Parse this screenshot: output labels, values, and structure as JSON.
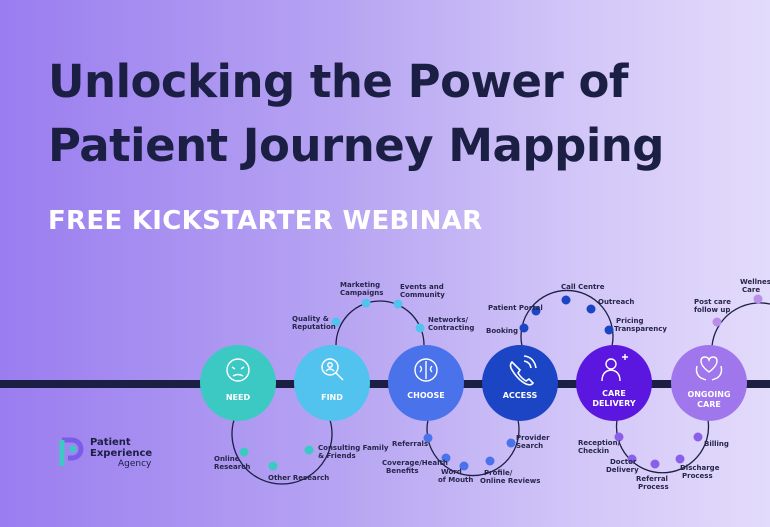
{
  "title_line1": "Unlocking the Power of",
  "title_line2": "Patient Journey Mapping",
  "subtitle": "FREE KICKSTARTER WEBINAR",
  "stages": {
    "need": "NEED",
    "find": "FIND",
    "choose": "CHOOSE",
    "access": "ACCESS",
    "care_1": "CARE",
    "care_2": "DELIVERY",
    "ongoing_1": "ONGOING",
    "ongoing_2": "CARE"
  },
  "touchpoints": {
    "quality_1": "Quality &",
    "quality_2": "Reputation",
    "marketing_1": "Marketing",
    "marketing_2": "Campaigns",
    "events_1": "Events and",
    "events_2": "Community",
    "networks_1": "Networks/",
    "networks_2": "Contracting",
    "online_1": "Online",
    "online_2": "Research",
    "other_research": "Other Research",
    "consulting_1": "Consulting Family",
    "consulting_2": "& Friends",
    "referrals": "Referrals",
    "coverage_1": "Coverage/Health",
    "coverage_2": "Benefits",
    "word_1": "Word",
    "word_2": "of Mouth",
    "profile_1": "Profile/",
    "profile_2": "Online Reviews",
    "provider_1": "Provider",
    "provider_2": "Search",
    "booking": "Booking",
    "patient_portal": "Patient Portal",
    "call_centre": "Call Centre",
    "outreach": "Outreach",
    "pricing_1": "Pricing",
    "pricing_2": "Transparency",
    "reception_1": "Reception/",
    "reception_2": "Checkin",
    "doctor_1": "Doctor",
    "doctor_2": "Delivery",
    "referral_1": "Referral",
    "referral_2": "Process",
    "discharge_1": "Discharge",
    "discharge_2": "Process",
    "billing": "Billing",
    "postcare_1": "Post care",
    "postcare_2": "follow up",
    "wellness_1": "Wellness",
    "wellness_2": "Care"
  },
  "logo": {
    "line1": "Patient",
    "line2": "Experience",
    "line3": "Agency"
  },
  "colors": {
    "need": "#3cc9c3",
    "find": "#52c3ee",
    "choose": "#4a72ea",
    "access": "#1b45c4",
    "care_delivery": "#5b16df",
    "ongoing_care": "#9f76ec",
    "timeline": "#1b1f44",
    "title": "#1b1f44"
  },
  "icons": [
    "sick-face-icon",
    "magnifier-icon",
    "brain-icon",
    "phone-icon",
    "doctor-icon",
    "heart-hands-icon"
  ]
}
